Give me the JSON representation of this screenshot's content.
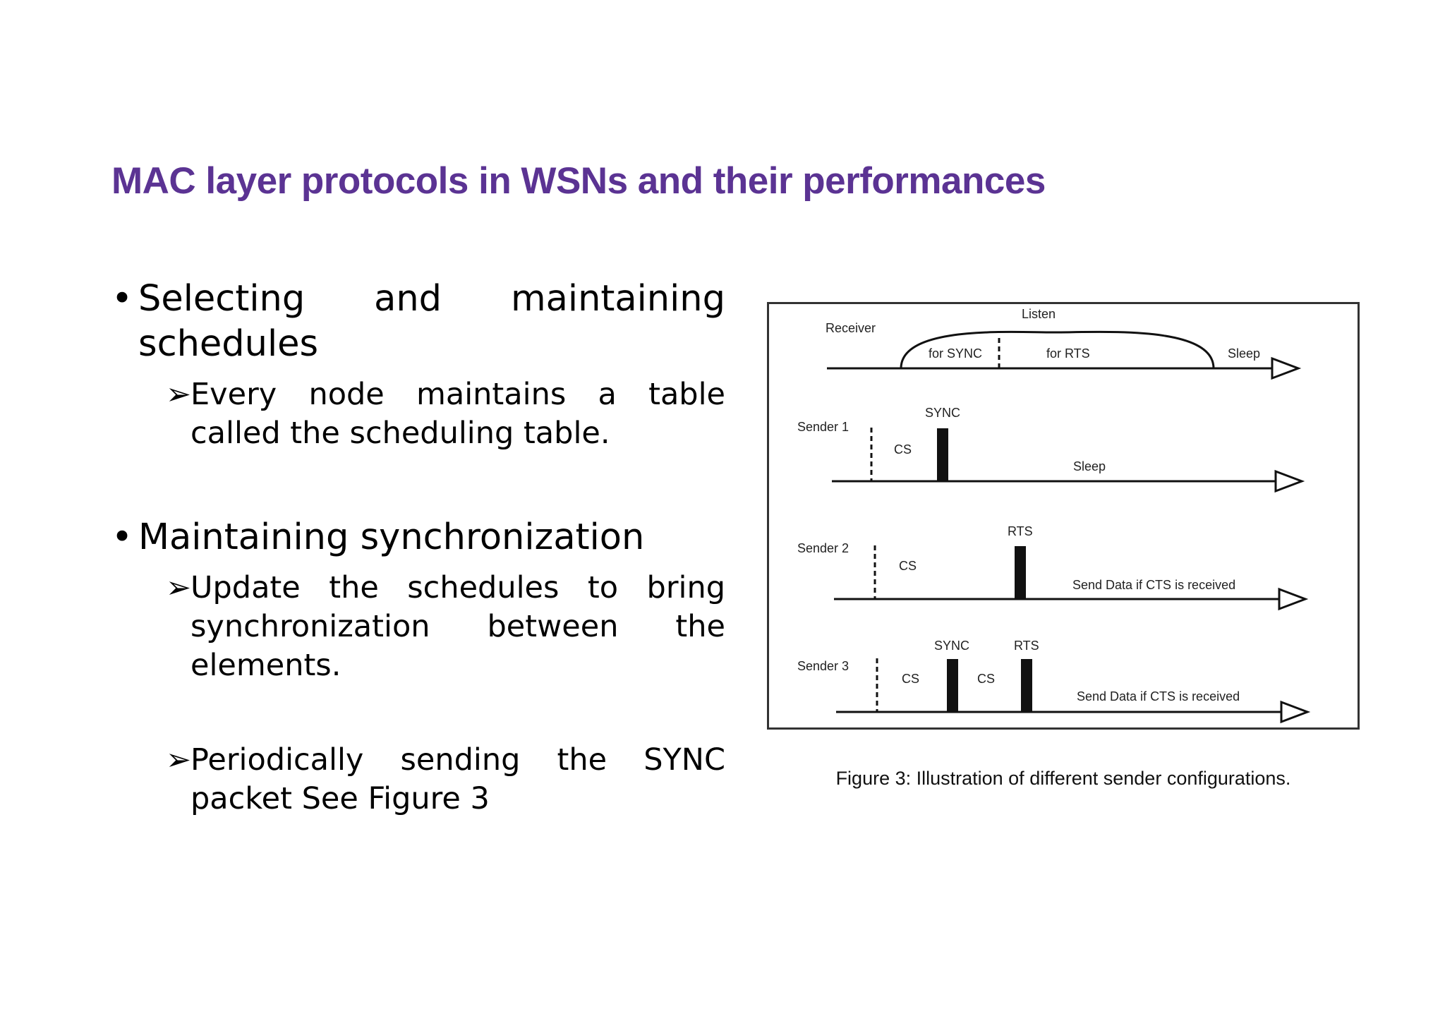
{
  "slide": {
    "title": "MAC layer protocols in WSNs and their performances"
  },
  "bullets": [
    {
      "text": "Selecting and maintaining schedules",
      "sub": [
        "Every node maintains a table called the scheduling table."
      ]
    },
    {
      "text": "Maintaining synchronization",
      "sub": [
        "Update the schedules to bring synchronization between the elements.",
        "Periodically sending the SYNC packet See Figure 3"
      ]
    }
  ],
  "figure": {
    "caption": "Figure 3: Illustration of different sender configurations.",
    "receiver": {
      "label": "Receiver",
      "listen": "Listen",
      "for_sync": "for SYNC",
      "for_rts": "for RTS",
      "sleep": "Sleep"
    },
    "sender1": {
      "label": "Sender 1",
      "cs": "CS",
      "sync": "SYNC",
      "sleep": "Sleep"
    },
    "sender2": {
      "label": "Sender 2",
      "cs": "CS",
      "rts": "RTS",
      "send": "Send Data if CTS is received"
    },
    "sender3": {
      "label": "Sender 3",
      "cs1": "CS",
      "cs2": "CS",
      "sync": "SYNC",
      "rts": "RTS",
      "send": "Send Data if CTS is received"
    }
  }
}
